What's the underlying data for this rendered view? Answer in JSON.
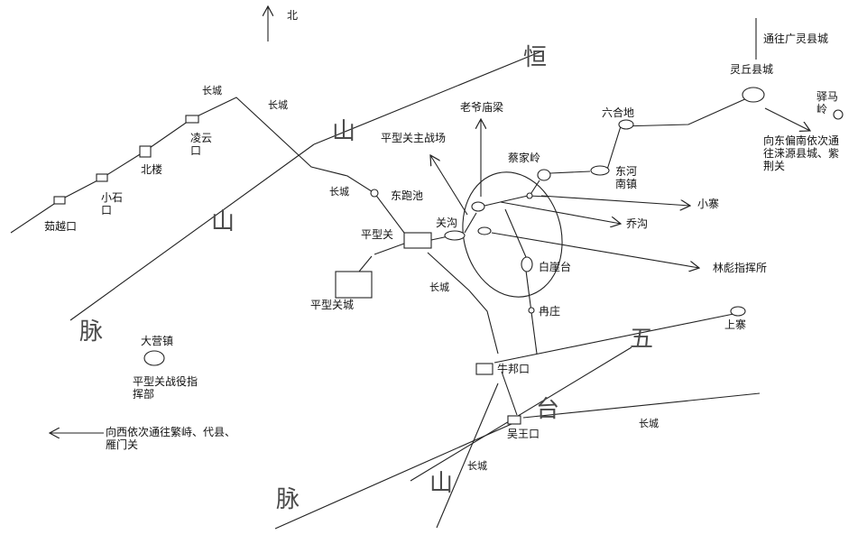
{
  "north": {
    "label": "北"
  },
  "mountains": {
    "heng": "恒",
    "shan1": "山",
    "shan2": "山",
    "mai1": "脉",
    "wu": "五",
    "tai": "台",
    "shan3": "山",
    "mai2": "脉"
  },
  "places": {
    "great_wall_1": "长城",
    "great_wall_2": "长城",
    "great_wall_3": "长城",
    "great_wall_4": "长城",
    "great_wall_5": "长城",
    "great_wall_6": "长城",
    "ruyuekou": "茹越口",
    "xiaoshikou": "小石口",
    "beilou": "北楼",
    "lingyunkou": "凌云口",
    "pingxingguan_main_battlefield": "平型关主战场",
    "laoye_miao_liang": "老爷庙梁",
    "caijialing": "蔡家岭",
    "liuhedi": "六合地",
    "donghe_nanzhen": "东河南镇",
    "lingqiu_county": "灵丘县城",
    "to_guangling": "通往广灵县城",
    "yimaling": "驿马岭",
    "southeast_note": "向东偏南依次通往涞源县城、紫荆关",
    "dongpaochi": "东跑池",
    "guangou": "关沟",
    "xiaozhai": "小寨",
    "qiaogou": "乔沟",
    "pingxingguan": "平型关",
    "pingxingguan_city": "平型关城",
    "baiyatai": "白崖台",
    "linbiao_hq": "林彪指挥所",
    "ranzhuang": "冉庄",
    "shangzhai": "上寨",
    "daying_town": "大营镇",
    "campaign_hq": "平型关战役指挥部",
    "niubangkou": "牛邦口",
    "wuwangkou": "吴王口",
    "west_note": "向西依次通往繁峙、代县、雁门关"
  }
}
